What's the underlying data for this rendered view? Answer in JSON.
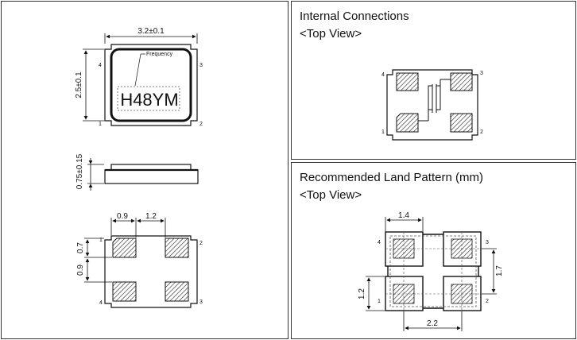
{
  "panels": {
    "internal": {
      "title": "Internal Connections",
      "subtitle": "<Top View>"
    },
    "land": {
      "title": "Recommended Land Pattern (mm)",
      "subtitle": "<Top View>"
    }
  },
  "top_view": {
    "width_dim": "3.2±0.1",
    "height_dim": "2.5±0.1",
    "marking_label": "Frequency",
    "marking": "H48YM"
  },
  "side_view": {
    "thickness_dim": "0.75±0.15"
  },
  "bottom_view": {
    "dim_a": "0.9",
    "dim_b": "1.2",
    "dim_c": "0.7",
    "dim_d": "0.9"
  },
  "land_pattern": {
    "dim_top": "1.4",
    "dim_right": "1.7",
    "dim_left": "1.2",
    "dim_bottom": "2.2"
  },
  "pins": {
    "p1": "1",
    "p2": "2",
    "p3": "3",
    "p4": "4"
  }
}
